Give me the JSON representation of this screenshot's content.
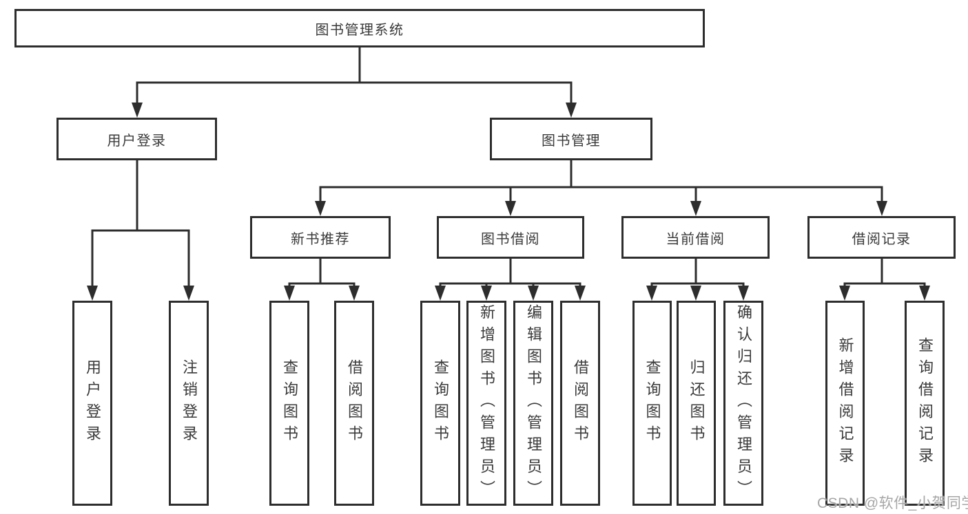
{
  "diagram": {
    "root": {
      "label": "图书管理系统"
    },
    "branches": [
      {
        "label": "用户登录",
        "children": [
          {
            "label": "用户登录"
          },
          {
            "label": "注销登录"
          }
        ]
      },
      {
        "label": "图书管理",
        "children": [
          {
            "label": "新书推荐",
            "children": [
              {
                "label": "查询图书"
              },
              {
                "label": "借阅图书"
              }
            ]
          },
          {
            "label": "图书借阅",
            "children": [
              {
                "label": "查询图书"
              },
              {
                "label": "新增图书（管理员）"
              },
              {
                "label": "编辑图书（管理员）"
              },
              {
                "label": "借阅图书"
              }
            ]
          },
          {
            "label": "当前借阅",
            "children": [
              {
                "label": "查询图书"
              },
              {
                "label": "归还图书"
              },
              {
                "label": "确认归还（管理员）"
              }
            ]
          },
          {
            "label": "借阅记录",
            "children": [
              {
                "label": "新增借阅记录"
              },
              {
                "label": "查询借阅记录"
              }
            ]
          }
        ]
      }
    ]
  },
  "watermark": {
    "text": "CSDN @软件_小贺同学"
  },
  "colors": {
    "line": "#2d2d2d",
    "box_border": "#2d2d2d",
    "text": "#3a3a3a",
    "watermark": "#a6a6a6",
    "background": "#ffffff"
  }
}
